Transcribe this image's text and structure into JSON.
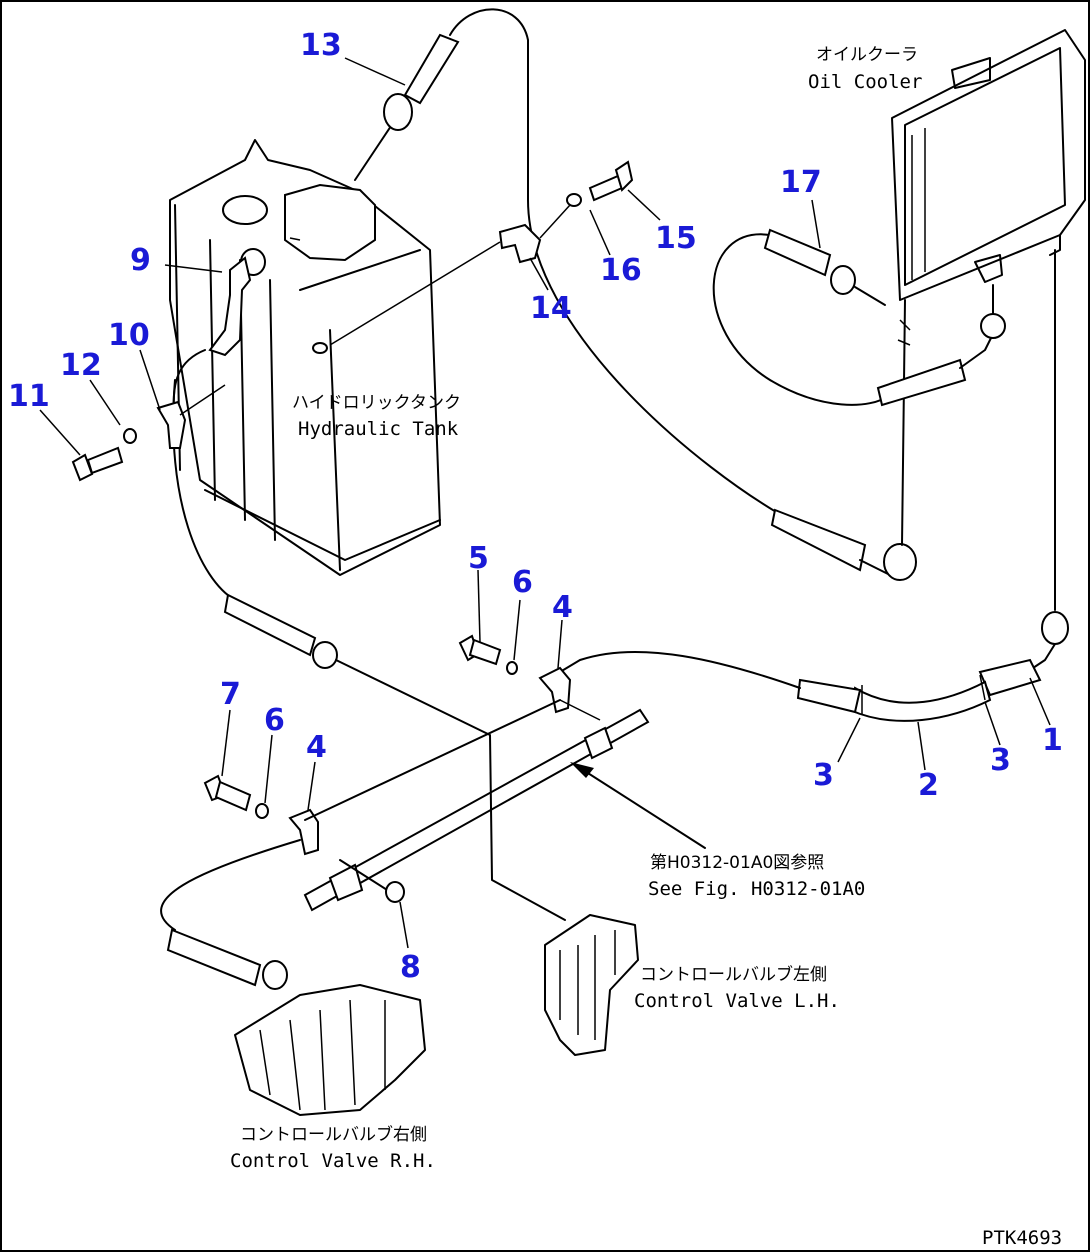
{
  "labels": {
    "oil_cooler_jp": "オイルクーラ",
    "oil_cooler_en": "Oil Cooler",
    "hydraulic_tank_jp": "ハイドロリックタンク",
    "hydraulic_tank_en": "Hydraulic Tank",
    "ref_jp": "第H0312-01A0図参照",
    "ref_en": "See Fig. H0312-01A0",
    "cv_lh_jp": "コントロールバルブ左側",
    "cv_lh_en": "Control Valve L.H.",
    "cv_rh_jp": "コントロールバルブ右側",
    "cv_rh_en": "Control Valve R.H.",
    "drawing_code": "PTK4693"
  },
  "part_numbers": [
    "1",
    "2",
    "3",
    "3",
    "4",
    "4",
    "5",
    "6",
    "6",
    "7",
    "8",
    "9",
    "10",
    "11",
    "12",
    "13",
    "14",
    "15",
    "16",
    "17"
  ],
  "colors": {
    "part_number": "#1a1ad6",
    "line": "#000000",
    "background": "#ffffff"
  }
}
